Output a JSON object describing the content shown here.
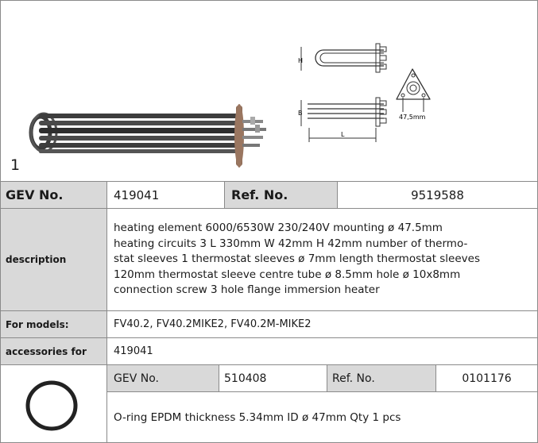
{
  "figure": {
    "number": "1",
    "dim_labels": {
      "h": "H",
      "b": "B",
      "l": "L",
      "flange": "47,5mm"
    }
  },
  "main": {
    "gev_label": "GEV No.",
    "gev_value": "419041",
    "ref_label": "Ref. No.",
    "ref_value": "9519588",
    "description_label": "description",
    "description_lines": [
      "heating element  6000/6530W 230/240V mounting ø 47.5mm",
      "heating circuits 3 L 330mm W 42mm H 42mm number of thermo-",
      "stat sleeves 1 thermostat sleeves ø 7mm length thermostat sleeves",
      "120mm thermostat sleeve centre tube ø 8.5mm hole ø 10x8mm",
      "connection screw 3 hole flange immersion heater"
    ],
    "models_label": "For models:",
    "models_value": "FV40.2, FV40.2MIKE2, FV40.2M-MIKE2",
    "accessories_label": "accessories for",
    "accessories_value": "419041"
  },
  "accessory": {
    "gev_label": "GEV No.",
    "gev_value": "510408",
    "ref_label": "Ref. No.",
    "ref_value": "0101176",
    "description": "O-ring  EPDM thickness 5.34mm ID ø 47mm Qty 1 pcs"
  }
}
